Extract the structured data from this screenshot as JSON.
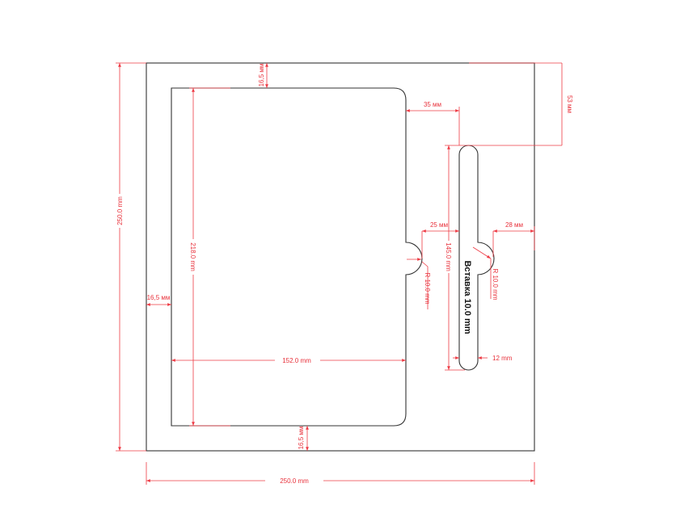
{
  "drawing": {
    "outer_width": "250.0 mm",
    "outer_height": "250.0 mm",
    "cutout_height": "218.0 mm",
    "cutout_width": "152.0 mm",
    "margin_left": "16,5 мм",
    "margin_top": "16,5 мм",
    "margin_bottom": "16,5 мм",
    "gap_to_slot": "35 мм",
    "slot_offset_top": "53 мм",
    "gap_notch_slot": "25 мм",
    "slot_notch_to_edge": "28 мм",
    "slot_length": "145.0 mm",
    "slot_width": "12 mm",
    "radius_left": "R 10.0 mm",
    "radius_right": "R 10.0 mm",
    "insert_label": "Вставка 10.0 mm"
  },
  "colors": {
    "dimension": "#ee3b45",
    "outline": "#333333"
  }
}
